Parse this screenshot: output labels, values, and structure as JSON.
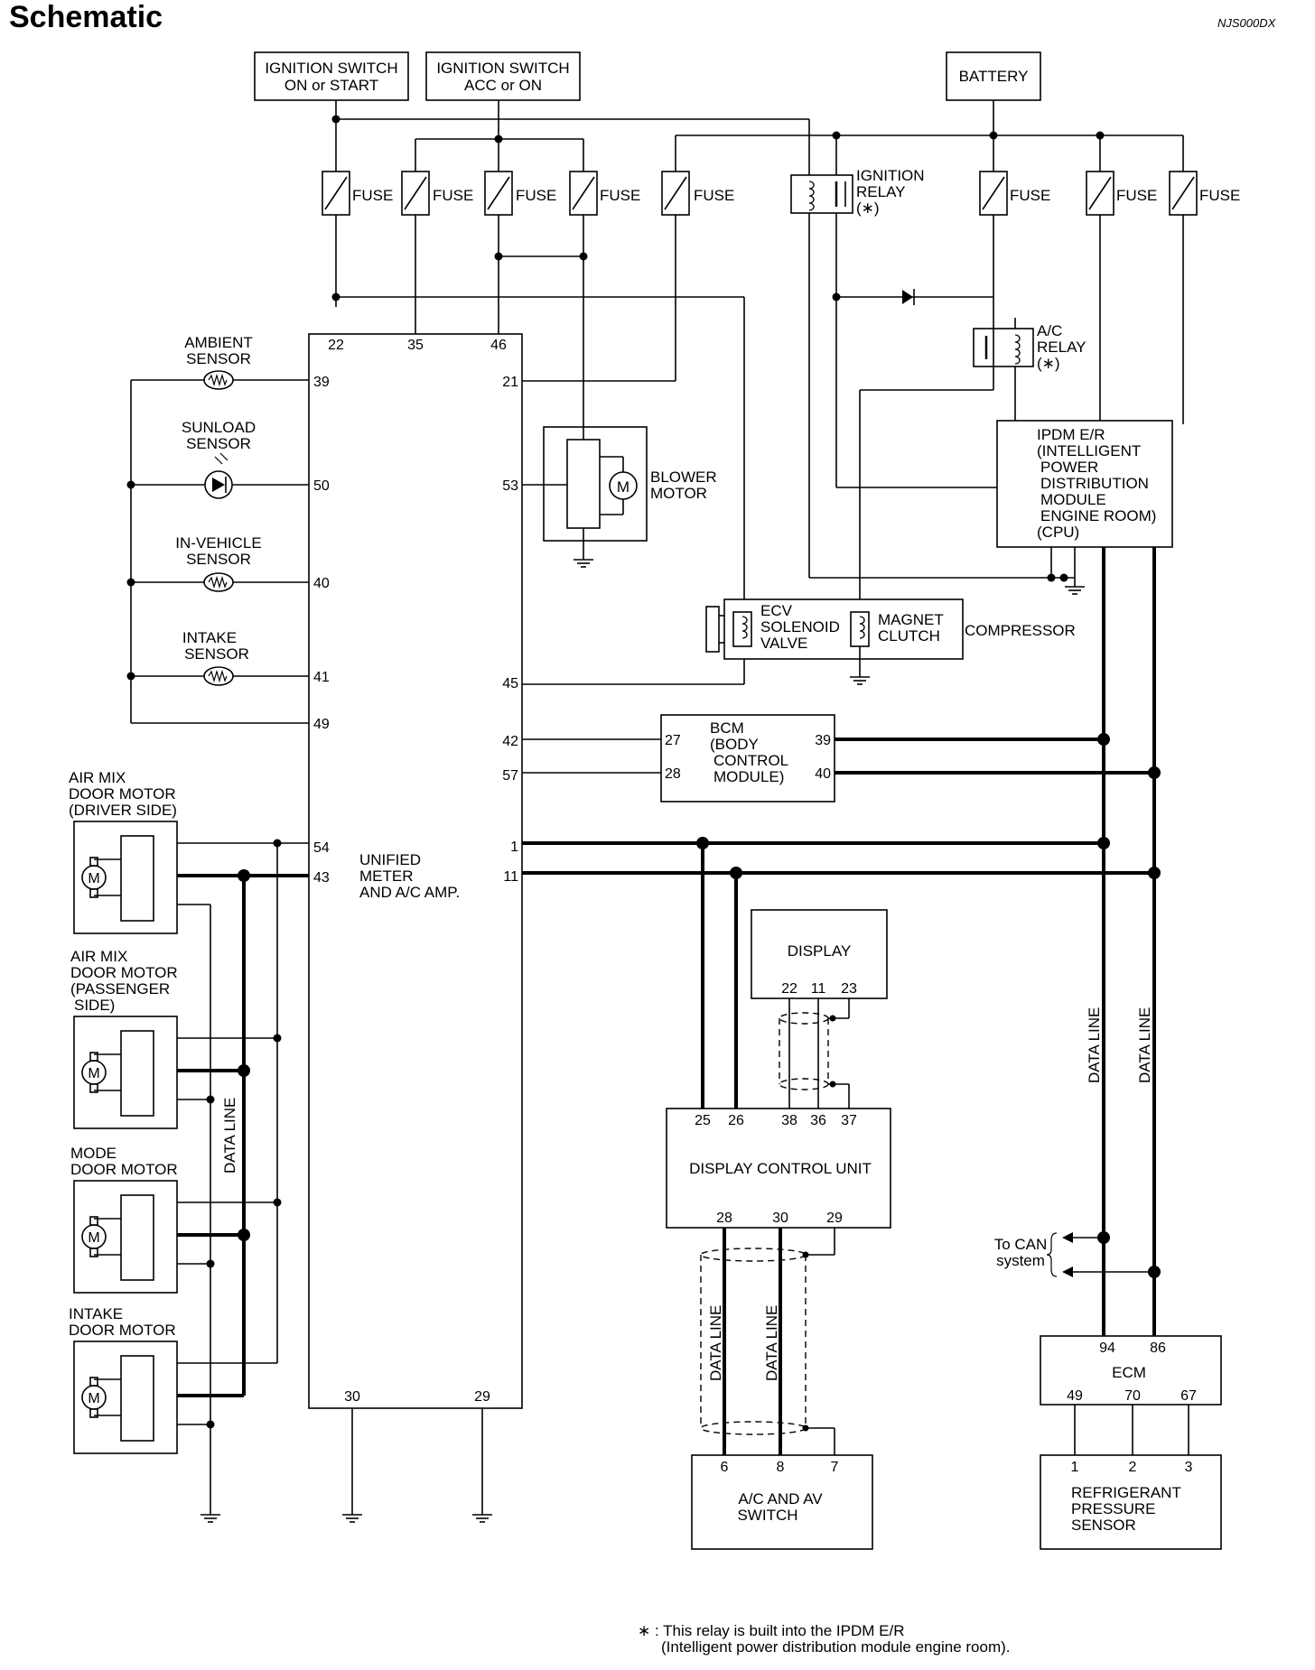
{
  "header": {
    "title": "Schematic",
    "code": "NJS000DX"
  },
  "sources": {
    "ign_on_start": [
      "IGNITION SWITCH",
      "ON or START"
    ],
    "ign_acc_on": [
      "IGNITION SWITCH",
      "ACC or ON"
    ],
    "battery": "BATTERY"
  },
  "fuse_label": "FUSE",
  "ignition_relay": [
    "IGNITION",
    "RELAY",
    "(∗)"
  ],
  "ac_relay": [
    "A/C",
    "RELAY",
    "(∗)"
  ],
  "ipdm": [
    "IPDM E/R",
    "(INTELLIGENT",
    "POWER",
    "DISTRIBUTION",
    "MODULE",
    "ENGINE ROOM)",
    "(CPU)"
  ],
  "sensors": {
    "ambient": [
      "AMBIENT",
      "SENSOR"
    ],
    "sunload": [
      "SUNLOAD",
      "SENSOR"
    ],
    "in_vehicle": [
      "IN-VEHICLE",
      "SENSOR"
    ],
    "intake": [
      "INTAKE",
      "SENSOR"
    ]
  },
  "blower": [
    "BLOWER",
    "MOTOR"
  ],
  "compressor": {
    "ecv": [
      "ECV",
      "SOLENOID",
      "VALVE"
    ],
    "clutch": [
      "MAGNET",
      "CLUTCH"
    ],
    "label": "COMPRESSOR"
  },
  "bcm": [
    "BCM",
    "(BODY",
    "CONTROL",
    "MODULE)"
  ],
  "motors": {
    "driver": [
      "AIR MIX",
      "DOOR MOTOR",
      "(DRIVER SIDE)"
    ],
    "passenger": [
      "AIR MIX",
      "DOOR MOTOR",
      "(PASSENGER",
      "SIDE)"
    ],
    "mode": [
      "MODE",
      "DOOR MOTOR"
    ],
    "intake": [
      "INTAKE",
      "DOOR MOTOR"
    ]
  },
  "unified": [
    "UNIFIED",
    "METER",
    "AND A/C AMP."
  ],
  "display": "DISPLAY",
  "dcu": "DISPLAY CONTROL UNIT",
  "acav": [
    "A/C AND AV",
    "SWITCH"
  ],
  "ecm": "ECM",
  "refrigerant": [
    "REFRIGERANT",
    "PRESSURE",
    "SENSOR"
  ],
  "to_can": [
    "To CAN",
    "system"
  ],
  "data_line": "DATA LINE",
  "motor_symbol": "M",
  "pins": {
    "amp_top": [
      "22",
      "35",
      "46"
    ],
    "amp_left": [
      "39",
      "50",
      "40",
      "41",
      "49",
      "54",
      "43"
    ],
    "amp_right": [
      "21",
      "53",
      "45",
      "42",
      "57",
      "1",
      "11"
    ],
    "amp_bottom": [
      "30",
      "29"
    ],
    "bcm_left": [
      "27",
      "28"
    ],
    "bcm_right": [
      "39",
      "40"
    ],
    "display": [
      "22",
      "11",
      "23"
    ],
    "dcu_top": [
      "25",
      "26",
      "38",
      "36",
      "37"
    ],
    "dcu_bottom": [
      "28",
      "30",
      "29"
    ],
    "acav": [
      "6",
      "8",
      "7"
    ],
    "ecm_top": [
      "94",
      "86"
    ],
    "ecm_bottom": [
      "49",
      "70",
      "67"
    ],
    "refrig": [
      "1",
      "2",
      "3"
    ]
  },
  "footnote": [
    "∗ : This relay is built into the IPDM E/R",
    "(Intelligent power distribution module engine room)."
  ]
}
